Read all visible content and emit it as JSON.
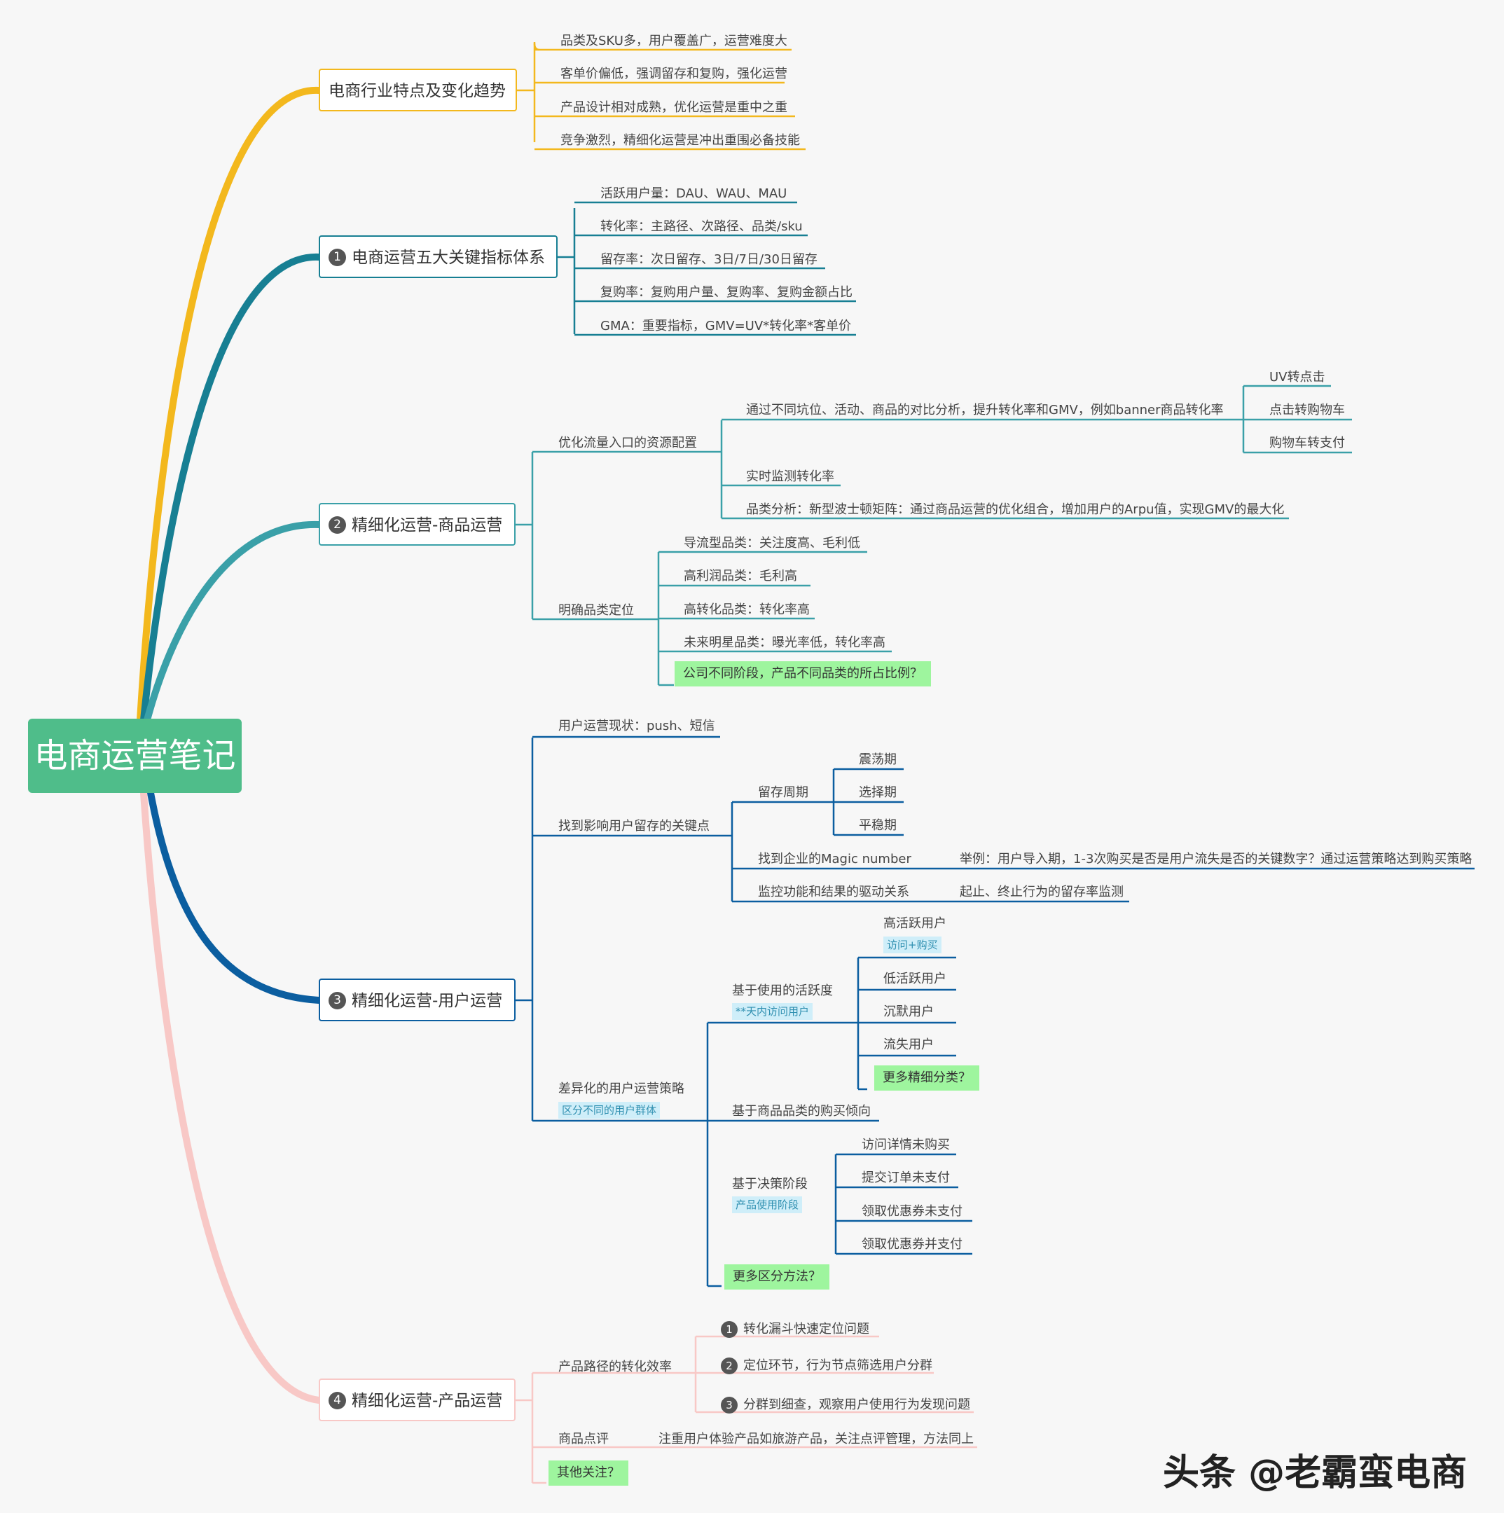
{
  "root": "电商运营笔记",
  "colors": {
    "yellow": "#f3b81d",
    "teal_dark": "#177f93",
    "teal_light": "#3aa0a8",
    "blue": "#0b5ea0",
    "pink": "#f8c8c6",
    "accent_green": "#4fbd8a",
    "highlight": "#9ef59e"
  },
  "b0": {
    "title": "电商行业特点及变化趋势",
    "items": [
      "品类及SKU多，用户覆盖广，运营难度大",
      "客单价偏低，强调留存和复购，强化运营",
      "产品设计相对成熟，优化运营是重中之重",
      "竞争激烈，精细化运营是冲出重围必备技能"
    ]
  },
  "b1": {
    "num": "1",
    "title": "电商运营五大关键指标体系",
    "items": [
      "活跃用户量：DAU、WAU、MAU",
      "转化率：主路径、次路径、品类/sku",
      "留存率：次日留存、3日/7日/30日留存",
      "复购率：复购用户量、复购率、复购金额占比",
      "GMA：重要指标，GMV=UV*转化率*客单价"
    ]
  },
  "b2": {
    "num": "2",
    "title": "精细化运营-商品运营",
    "a": {
      "label": "优化流量入口的资源配置",
      "c1": "通过不同坑位、活动、商品的对比分析，提升转化率和GMV，例如banner商品转化率",
      "c1_items": [
        "UV转点击",
        "点击转购物车",
        "购物车转支付"
      ],
      "c2": "实时监测转化率",
      "c3": "品类分析：新型波士顿矩阵：通过商品运营的优化组合，增加用户的Arpu值，实现GMV的最大化"
    },
    "b": {
      "label": "明确品类定位",
      "items": [
        "导流型品类：关注度高、毛利低",
        "高利润品类：毛利高",
        "高转化品类：转化率高",
        "未来明星品类：曝光率低，转化率高"
      ],
      "hl": "公司不同阶段，产品不同品类的所占比例？"
    }
  },
  "b3": {
    "num": "3",
    "title": "精细化运营-用户运营",
    "s1": "用户运营现状：push、短信",
    "s2": {
      "label": "找到影响用户留存的关键点",
      "r": {
        "label": "留存周期",
        "items": [
          "震荡期",
          "选择期",
          "平稳期"
        ]
      },
      "m": {
        "label": "找到企业的Magic number",
        "note": "举例：用户导入期，1-3次购买是否是用户流失是否的关键数字？通过运营策略达到购买策略"
      },
      "d": {
        "label": "监控功能和结果的驱动关系",
        "note": "起止、终止行为的留存率监测"
      }
    },
    "s3": {
      "label": "差异化的用户运营策略",
      "tag": "区分不同的用户群体",
      "act": {
        "label": "基于使用的活跃度",
        "tag": "**天内访问用户",
        "high": "高活跃用户",
        "high_tag": "访问+购买",
        "items": [
          "低活跃用户",
          "沉默用户",
          "流失用户"
        ],
        "hl": "更多精细分类？"
      },
      "cat": "基于商品品类的购买倾向",
      "dec": {
        "label": "基于决策阶段",
        "tag": "产品使用阶段",
        "items": [
          "访问详情未购买",
          "提交订单未支付",
          "领取优惠券未支付",
          "领取优惠券并支付"
        ]
      },
      "hl": "更多区分方法？"
    }
  },
  "b4": {
    "num": "4",
    "title": "精细化运营-产品运营",
    "p": {
      "label": "产品路径的转化效率",
      "items": [
        {
          "n": "1",
          "t": "转化漏斗快速定位问题"
        },
        {
          "n": "2",
          "t": "定位环节，行为节点筛选用户分群"
        },
        {
          "n": "3",
          "t": "分群到细查，观察用户使用行为发现问题"
        }
      ]
    },
    "r": {
      "label": "商品点评",
      "note": "注重用户体验产品如旅游产品，关注点评管理，方法同上"
    },
    "hl": "其他关注？"
  },
  "watermark": "头条 @老霸蛮电商"
}
